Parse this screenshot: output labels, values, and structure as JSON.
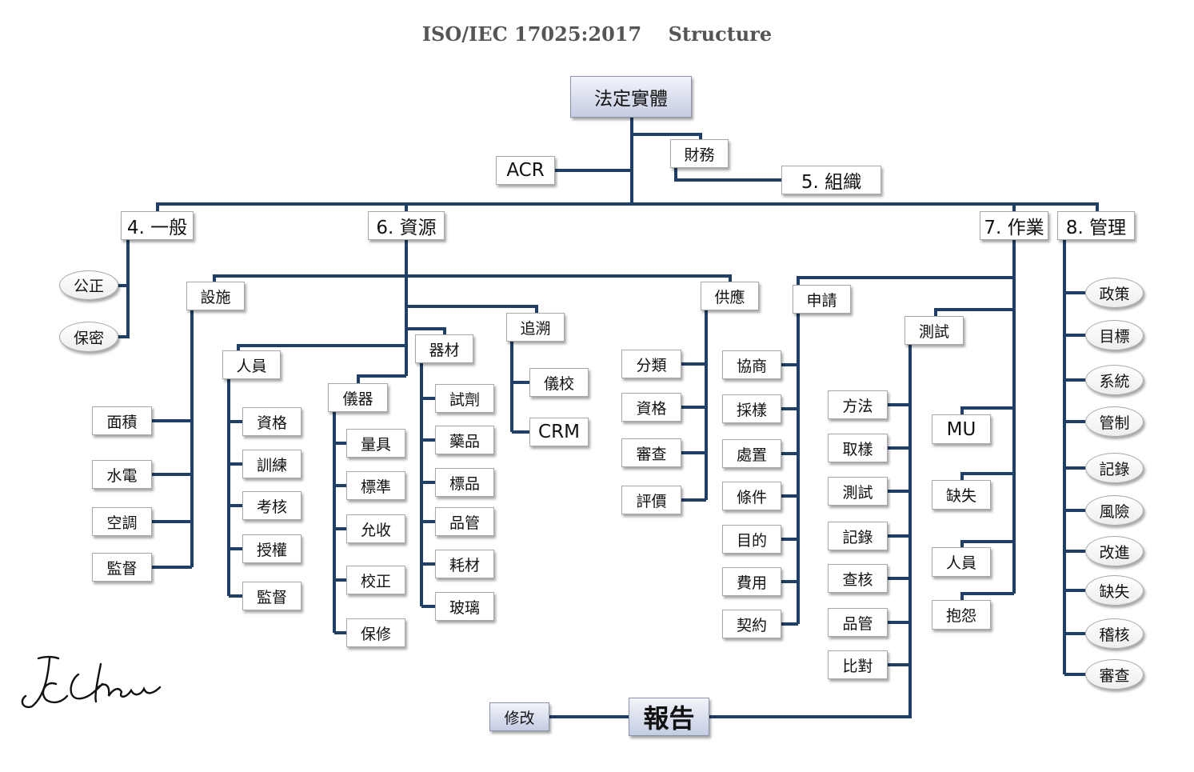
{
  "title": "ISO/IEC 17025:2017    Structure",
  "root": "法定實體",
  "top": {
    "acr": "ACR",
    "finance": "財務",
    "organization": "5. 組織"
  },
  "general": {
    "label": "4. 一般",
    "items": [
      "公正",
      "保密"
    ]
  },
  "resources": {
    "label": "6. 資源",
    "facilities": {
      "label": "設施",
      "items": [
        "面積",
        "水電",
        "空調",
        "監督"
      ]
    },
    "personnel": {
      "label": "人員",
      "items": [
        "資格",
        "訓練",
        "考核",
        "授權",
        "監督"
      ]
    },
    "equipment": {
      "label": "儀器",
      "items": [
        "量具",
        "標準",
        "允收",
        "校正",
        "保修"
      ]
    },
    "materials": {
      "label": "器材",
      "items": [
        "試劑",
        "藥品",
        "標品",
        "品管",
        "耗材",
        "玻璃"
      ]
    },
    "traceability": {
      "label": "追溯",
      "items": [
        "儀校",
        "CRM"
      ]
    },
    "supply": {
      "label": "供應",
      "items": [
        "分類",
        "資格",
        "審查",
        "評價"
      ]
    }
  },
  "operations": {
    "label": "7. 作業",
    "application": {
      "label": "申請",
      "items": [
        "協商",
        "採樣",
        "處置",
        "條件",
        "目的",
        "費用",
        "契約"
      ]
    },
    "testing": {
      "label": "測試",
      "items": [
        "方法",
        "取樣",
        "測試",
        "記錄",
        "查核",
        "品管",
        "比對"
      ]
    },
    "others": [
      "MU",
      "缺失",
      "人員",
      "抱怨"
    ]
  },
  "management": {
    "label": "8. 管理",
    "items": [
      "政策",
      "目標",
      "系統",
      "管制",
      "記錄",
      "風險",
      "改進",
      "缺失",
      "稽核",
      "審查"
    ]
  },
  "report": {
    "label": "報告",
    "revise": "修改"
  },
  "signature": "JC Chou",
  "colors": {
    "line": "#1f3f66",
    "gradient_top": "#f2f4fa",
    "gradient_bottom": "#c5cde3"
  }
}
